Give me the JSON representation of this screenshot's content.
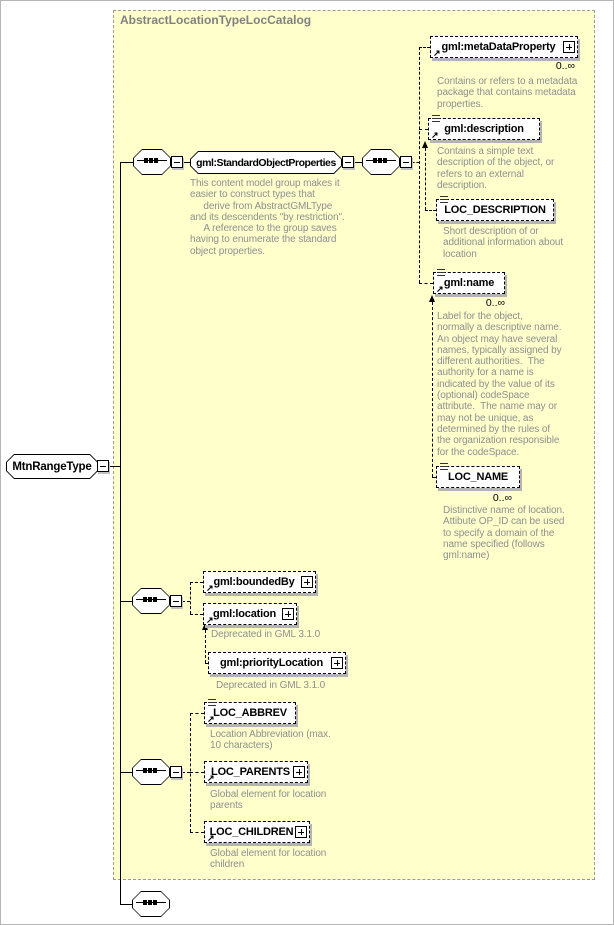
{
  "diagram": {
    "container_label": "AbstractLocationTypeLocCatalog",
    "root": {
      "label": "MtnRangeType"
    },
    "nodes": {
      "sop": {
        "label": "gml:StandardObjectProperties",
        "annotation": "This content model group makes it\neasier to construct types that\n     derive from AbstractGMLType\nand its descendents \"by restriction\".\n     A reference to the group saves\nhaving to enumerate the standard\nobject properties."
      },
      "metaDataProperty": {
        "label": "gml:metaDataProperty",
        "occurs": "0..∞",
        "annotation": "Contains or refers to a metadata\npackage that contains metadata\nproperties."
      },
      "description": {
        "label": "gml:description",
        "annotation": "Contains a simple text\ndescription of the object, or\nrefers to an external\ndescription."
      },
      "locDescription": {
        "label": "LOC_DESCRIPTION",
        "annotation": "Short description of or\nadditional information about\nlocation"
      },
      "name": {
        "label": "gml:name",
        "occurs": "0..∞",
        "annotation": "Label for the object,\nnormally a descriptive name.\nAn object may have several\nnames, typically assigned by\ndifferent authorities.  The\nauthority for a name is\nindicated by the value of its\n(optional) codeSpace\nattribute.  The name may or\nmay not be unique, as\ndetermined by the rules of\nthe organization responsible\nfor the codeSpace."
      },
      "locName": {
        "label": "LOC_NAME",
        "occurs": "0..∞",
        "annotation": "Distinctive name of location.\nAttibute OP_ID can be used\nto specify a domain of the\nname specified (follows\ngml:name)"
      },
      "boundedBy": {
        "label": "gml:boundedBy"
      },
      "location": {
        "label": "gml:location",
        "annotation": "Deprecated in GML 3.1.0"
      },
      "priorityLocation": {
        "label": "gml:priorityLocation",
        "annotation": "Deprecated in GML 3.1.0"
      },
      "locAbbrev": {
        "label": "LOC_ABBREV",
        "annotation": "Location Abbreviation (max.\n10 characters)"
      },
      "locParents": {
        "label": "LOC_PARENTS",
        "annotation": "Global element for location\nparents"
      },
      "locChildren": {
        "label": "LOC_CHILDREN",
        "annotation": "Global element for location\nchildren"
      }
    },
    "icons": {
      "reference_arrow": "↗"
    },
    "colors": {
      "container_bg": "#ffffcc",
      "container_label": "#808080",
      "annotation_text": "#8f8f8f",
      "box_shadow": "#b4b4b4",
      "line": "#000000"
    }
  }
}
